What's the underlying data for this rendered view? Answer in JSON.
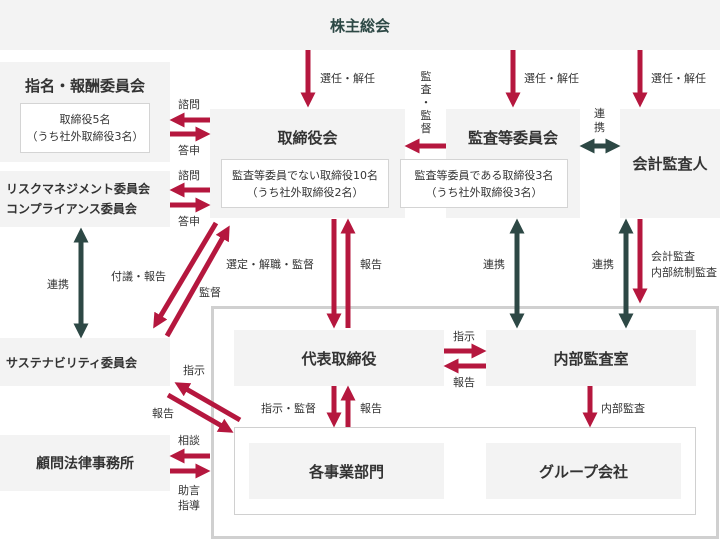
{
  "shareholders": "株主総会",
  "nomination": {
    "title": "指名・報酬委員会",
    "line1": "取締役5名",
    "line2": "（うち社外取締役3名）"
  },
  "board": {
    "title": "取締役会",
    "line1": "監査等委員でない取締役10名",
    "line2": "（うち社外取締役2名）"
  },
  "audit_committee": {
    "title": "監査等委員会",
    "line1": "監査等委員である取締役3名",
    "line2": "（うち社外取締役3名）"
  },
  "auditor": "会計監査人",
  "risk": {
    "line1": "リスクマネジメント委員会",
    "line2": "コンプライアンス委員会"
  },
  "sustainability": "サステナビリティ委員会",
  "legal": "顧問法律事務所",
  "ceo": "代表取締役",
  "internal_audit": "内部監査室",
  "divisions": "各事業部門",
  "group": "グループ会社",
  "labels": {
    "appoint1": "選任・解任",
    "appoint2": "選任・解任",
    "appoint3": "選任・解任",
    "audit_supervise": [
      "監",
      "査",
      "・",
      "監",
      "督"
    ],
    "coop_top": [
      "連",
      "携"
    ],
    "consult1": "諮問",
    "answer1": "答申",
    "consult2": "諮問",
    "answer2": "答申",
    "coop_left": "連携",
    "refer_report": "付議・報告",
    "supervise": "監督",
    "select": "選定・解職・監督",
    "report_board": "報告",
    "coop_mid": "連携",
    "coop_right": "連携",
    "acct_audit": "会計監査",
    "internal_control": "内部統制監査",
    "instruct_ia": "指示",
    "report_ia": "報告",
    "instruct_sup": "指示・監督",
    "report_div": "報告",
    "internal_audit_lbl": "内部監査",
    "instruct_sus": "指示",
    "report_sus": "報告",
    "consult_legal": "相談",
    "advice": "助言",
    "guidance": "指導"
  },
  "colors": {
    "red": "#b5173e",
    "teal": "#2d4845"
  }
}
